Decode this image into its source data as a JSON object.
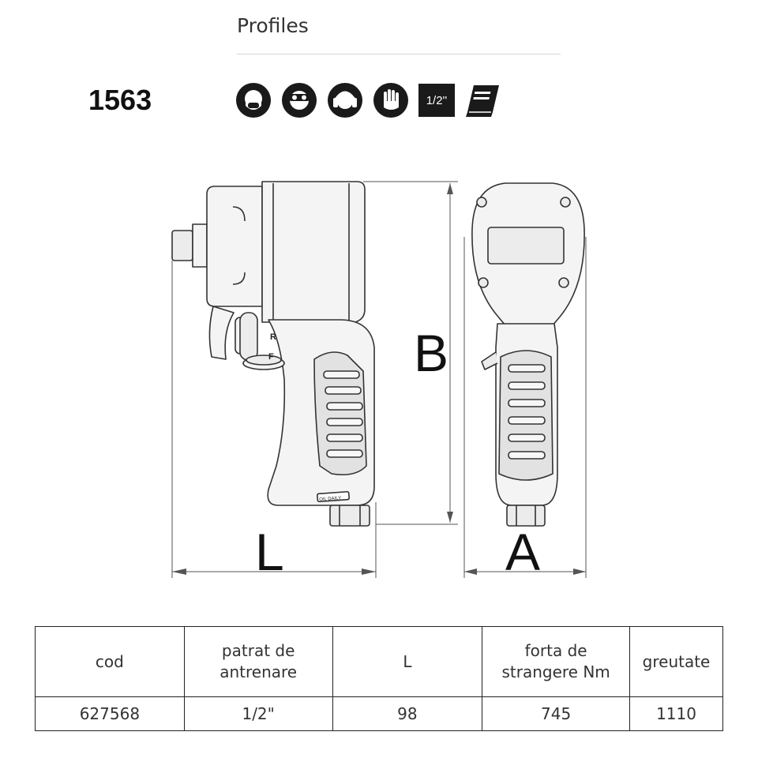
{
  "section": {
    "title": "Profiles"
  },
  "product": {
    "number": "1563"
  },
  "icons": [
    {
      "name": "dust-mask-icon"
    },
    {
      "name": "safety-goggles-icon"
    },
    {
      "name": "ear-protection-icon"
    },
    {
      "name": "gloves-icon"
    },
    {
      "name": "drive-size-icon",
      "label": "1/2''"
    },
    {
      "name": "manual-book-icon"
    }
  ],
  "drawing": {
    "labels": {
      "b": "B",
      "l": "L",
      "a": "A"
    },
    "markings": {
      "reverse": "R",
      "forward": "F",
      "oil_label": "OIL DAILY"
    }
  },
  "table": {
    "headers": [
      "cod",
      "patrat de antrenare",
      "L",
      "forta de strangere Nm",
      "greutate"
    ],
    "rows": [
      [
        "627568",
        "1/2\"",
        "98",
        "745",
        "1110"
      ]
    ]
  },
  "colors": {
    "line": "#333333",
    "fill": "#f4f4f4",
    "grip": "#e2e2e2"
  }
}
